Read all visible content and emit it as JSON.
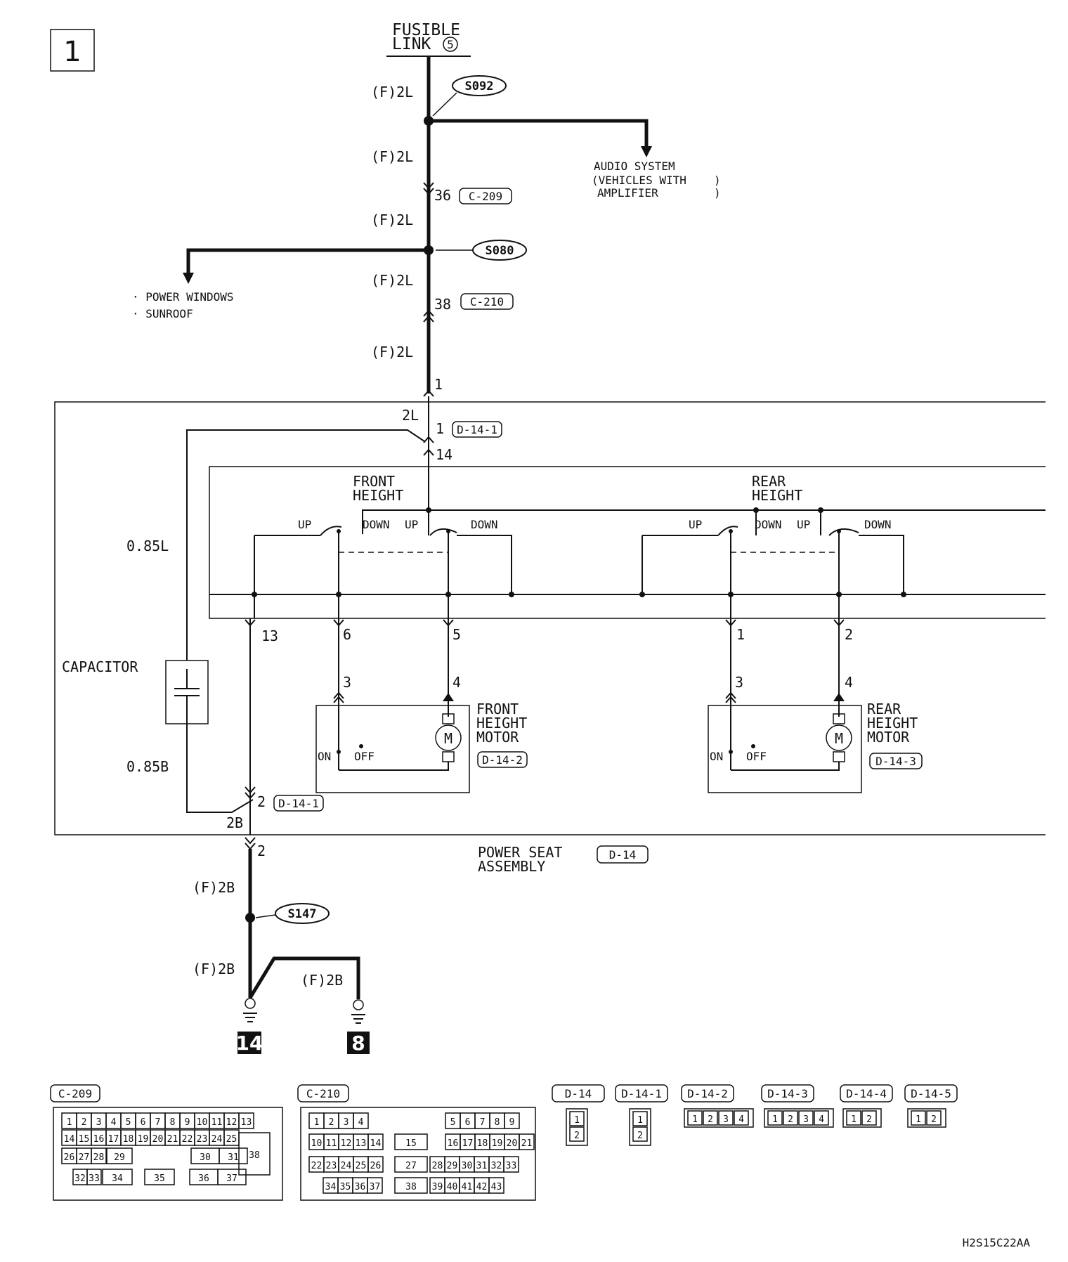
{
  "page_number": "1",
  "source": {
    "line1": "FUSIBLE",
    "line2": "LINK",
    "badge": "5"
  },
  "wire_labels": {
    "f2l_1": "(F)2L",
    "f2l_2": "(F)2L",
    "f2l_3": "(F)2L",
    "f2l_4": "(F)2L",
    "f2l_5": "(F)2L",
    "2l": "2L",
    "085l": "0.85L",
    "085b": "0.85B",
    "2b": "2B",
    "f2b_1": "(F)2B",
    "f2b_2": "(F)2B",
    "f2b_3": "(F)2B"
  },
  "splices": {
    "s092": "S092",
    "s080": "S080",
    "s147": "S147"
  },
  "branches": {
    "audio": {
      "line1": "AUDIO SYSTEM",
      "line2": "(VEHICLES WITH",
      "line3": "AMPLIFIER",
      "close2": ")",
      "close3": ")"
    },
    "power_windows": "· POWER WINDOWS",
    "sunroof": "· SUNROOF"
  },
  "pins": {
    "p36": "36",
    "p38": "38",
    "p1_top": "1",
    "p1_d141": "1",
    "p14": "14",
    "p13": "13",
    "p6": "6",
    "p5": "5",
    "p1_rear": "1",
    "p2_rear": "2",
    "p3_front": "3",
    "p4_front": "4",
    "p3_rear": "3",
    "p4_rear": "4",
    "p2_d141": "2",
    "p2_bottom": "2"
  },
  "connector_refs": {
    "c209": "C-209",
    "c210": "C-210",
    "d141_top": "D-14-1",
    "d142": "D-14-2",
    "d143": "D-14-3",
    "d141_bot": "D-14-1",
    "d14": "D-14"
  },
  "switches": {
    "front": {
      "line1": "FRONT",
      "line2": "HEIGHT",
      "up1": "UP",
      "down1": "DOWN",
      "up2": "UP",
      "down2": "DOWN"
    },
    "rear": {
      "line1": "REAR",
      "line2": "HEIGHT",
      "up1": "UP",
      "down1": "DOWN",
      "up2": "UP",
      "down2": "DOWN"
    }
  },
  "capacitor": "CAPACITOR",
  "motors": {
    "front": {
      "line1": "FRONT",
      "line2": "HEIGHT",
      "line3": "MOTOR",
      "on": "ON",
      "off": "OFF",
      "symbol": "M"
    },
    "rear": {
      "line1": "REAR",
      "line2": "HEIGHT",
      "line3": "MOTOR",
      "on": "ON",
      "off": "OFF",
      "symbol": "M"
    }
  },
  "assembly": {
    "line1": "POWER SEAT",
    "line2": "ASSEMBLY"
  },
  "grounds": {
    "g14": "14",
    "g8": "8"
  },
  "connector_views": {
    "c209": {
      "title": "C-209",
      "row1": [
        "1",
        "2",
        "3",
        "4",
        "5",
        "6",
        "7",
        "8",
        "9",
        "10",
        "11",
        "12",
        "13"
      ],
      "row2": [
        "14",
        "15",
        "16",
        "17",
        "18",
        "19",
        "20",
        "21",
        "22",
        "23",
        "24",
        "25"
      ],
      "row3": [
        "26",
        "27",
        "28",
        "29",
        "30",
        "31"
      ],
      "row4": [
        "32",
        "33",
        "34",
        "35",
        "36",
        "37"
      ],
      "big": "38"
    },
    "c210": {
      "title": "C-210",
      "row1": [
        "1",
        "2",
        "3",
        "4",
        "5",
        "6",
        "7",
        "8",
        "9"
      ],
      "row2": [
        "10",
        "11",
        "12",
        "13",
        "14",
        "15",
        "16",
        "17",
        "18",
        "19",
        "20",
        "21"
      ],
      "row3": [
        "22",
        "23",
        "24",
        "25",
        "26",
        "27",
        "28",
        "29",
        "30",
        "31",
        "32",
        "33"
      ],
      "row4": [
        "34",
        "35",
        "36",
        "37",
        "38",
        "39",
        "40",
        "41",
        "42",
        "43"
      ]
    },
    "d14": {
      "title": "D-14",
      "pins": [
        "1",
        "2"
      ]
    },
    "d141": {
      "title": "D-14-1",
      "pins": [
        "1",
        "2"
      ]
    },
    "d142": {
      "title": "D-14-2",
      "pins": [
        "1",
        "2",
        "3",
        "4"
      ]
    },
    "d143": {
      "title": "D-14-3",
      "pins": [
        "1",
        "2",
        "3",
        "4"
      ]
    },
    "d144": {
      "title": "D-14-4",
      "pins": [
        "1",
        "2"
      ]
    },
    "d145": {
      "title": "D-14-5",
      "pins": [
        "1",
        "2"
      ]
    }
  },
  "figure_code": "H2S15C22AA"
}
